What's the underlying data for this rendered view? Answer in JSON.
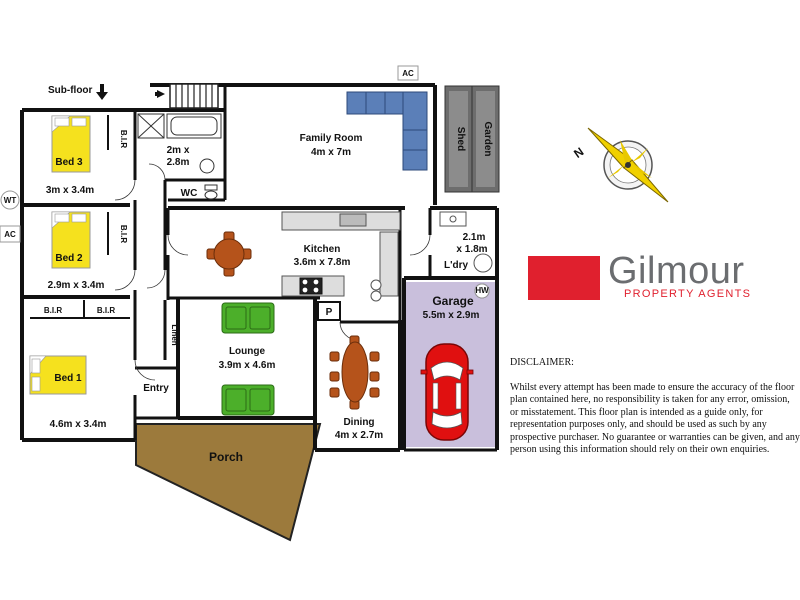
{
  "rooms": {
    "family_room": {
      "name": "Family Room",
      "size": "4m x 7m"
    },
    "kitchen": {
      "name": "Kitchen",
      "size": "3.6m x 7.8m"
    },
    "lounge": {
      "name": "Lounge",
      "size": "3.9m x 4.6m"
    },
    "dining": {
      "name": "Dining",
      "size": "4m x 2.7m"
    },
    "garage": {
      "name": "Garage",
      "size": "5.5m x 2.9m"
    },
    "laundry": {
      "name": "L'dry",
      "size_line1": "2.1m",
      "size_line2": "x 1.8m"
    },
    "bed1": {
      "name": "Bed 1",
      "size": "4.6m x 3.4m"
    },
    "bed2": {
      "name": "Bed 2",
      "size": "2.9m x 3.4m"
    },
    "bed3": {
      "name": "Bed 3",
      "size": "3m x 3.4m"
    },
    "bathroom": {
      "size_line1": "2m x",
      "size_line2": "2.8m"
    },
    "wc": "WC",
    "entry": "Entry",
    "linen": "Linen",
    "porch": "Porch",
    "pantry": "P",
    "bir": "B.I.R",
    "shed": "Shed",
    "garden": "Garden"
  },
  "markers": {
    "subfloor": "Sub-floor",
    "ac": "AC",
    "wt": "WT",
    "hw": "HW"
  },
  "compass": {
    "north": "N"
  },
  "brand": {
    "name": "Gilmour",
    "tagline": "PROPERTY AGENTS",
    "red": "#e0202e",
    "grey": "#6b6d70"
  },
  "disclaimer": {
    "title": "DISCLAIMER:",
    "body": "Whilst every attempt has been made to ensure the accuracy of the floor plan contained here, no responsibility is taken for any error, omission, or misstatement. This floor plan is intended as a guide only, for representation purposes only, and should be used as such by any prospective purchaser. No guarantee or warranties can be given, and any person using this information should rely on their own enquiries."
  },
  "colors": {
    "wall": "#111111",
    "bed": "#f5e11e",
    "sofa": "#4caf2a",
    "family_sofa": "#5b7fb8",
    "table": "#b5531b",
    "garage_floor": "#c9bfdc",
    "car": "#e01010",
    "porch": "#9c7a3c",
    "shed": "#6d6d6d"
  }
}
